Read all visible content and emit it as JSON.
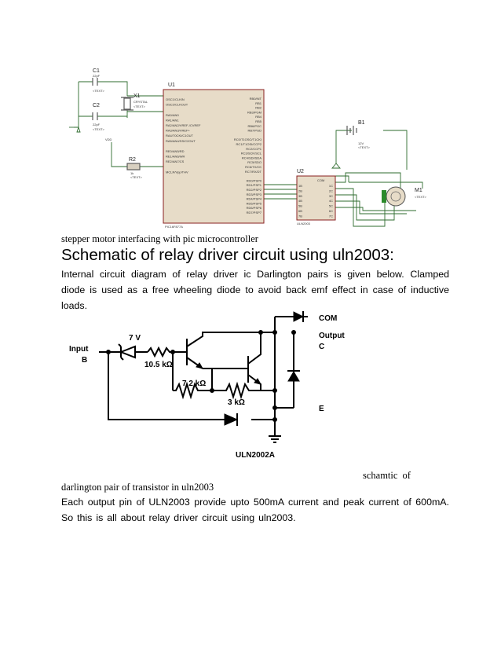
{
  "figure1": {
    "caption": "stepper motor interfacing  with pic microcontroller",
    "labels": {
      "c1": "C1",
      "c2": "C2",
      "cval": "22pF",
      "text": "<TEXT>",
      "x1": "X1",
      "crystal": "CRYSTAL",
      "u1": "U1",
      "u2": "U2",
      "r2": "R2",
      "r2val": "1k",
      "vdd": "VDD",
      "b1": "B1",
      "b1val": "12V",
      "m1": "M1",
      "com": "COM",
      "pic_part": "PIC16F877A",
      "uln_part": "ULN2003"
    },
    "pic_left_pins": [
      "OSC1/CLKIN",
      "OSC2/CLKOUT",
      "",
      "RA0/AN0",
      "RA1/AN1",
      "RA2/AN2/VREF-/CVREF",
      "RA3/AN3/VREF+",
      "RA4/T0CKI/C1OUT",
      "RA5/AN4/SS/C2OUT",
      "",
      "RE0/AN5/RD",
      "RE1/AN6/WR",
      "RE2/AN7/CS",
      "",
      "MCLR/Vpp/THV"
    ],
    "pic_right_pins": [
      "RB0/INT",
      "RB1",
      "RB2",
      "RB3/PGM",
      "RB4",
      "RB5",
      "RB6/PGC",
      "RB7/PGD",
      "",
      "RC0/T1OSO/T1CKI",
      "RC1/T1OSI/CCP2",
      "RC2/CCP1",
      "RC3/SCK/SCL",
      "RC4/SDI/SDA",
      "RC5/SDO",
      "RC6/TX/CK",
      "RC7/RX/DT",
      "",
      "RD0/PSP0",
      "RD1/PSP1",
      "RD2/PSP2",
      "RD3/PSP3",
      "RD4/PSP4",
      "RD5/PSP5",
      "RD6/PSP6",
      "RD7/PSP7"
    ],
    "uln_inputs": [
      "1B",
      "2B",
      "3B",
      "4B",
      "5B",
      "6B",
      "7B"
    ],
    "uln_outputs": [
      "1C",
      "2C",
      "3C",
      "4C",
      "5C",
      "6C",
      "7C"
    ]
  },
  "heading": "Schematic of relay driver circuit using uln2003:",
  "paragraph1": "Internal circuit diagram of relay driver ic Darlington pairs is given below. Clamped diode is used as a free wheeling diode to avoid back emf effect in case of inductive loads.",
  "figure2": {
    "input": "Input",
    "b": "B",
    "zener": "7 V",
    "r1": "10.5 kΩ",
    "r2": "7.2 kΩ",
    "r3": "3 kΩ",
    "com": "COM",
    "output": "Output",
    "c": "C",
    "e": "E",
    "part": "ULN2002A",
    "caption_a": "schamtic of",
    "caption_b": "darlington  pair of transistor  in uln2003"
  },
  "paragraph2": "Each output pin of ULN2003 provide upto 500mA current and peak current of 600mA. So this is all about relay driver circuit using uln2003."
}
